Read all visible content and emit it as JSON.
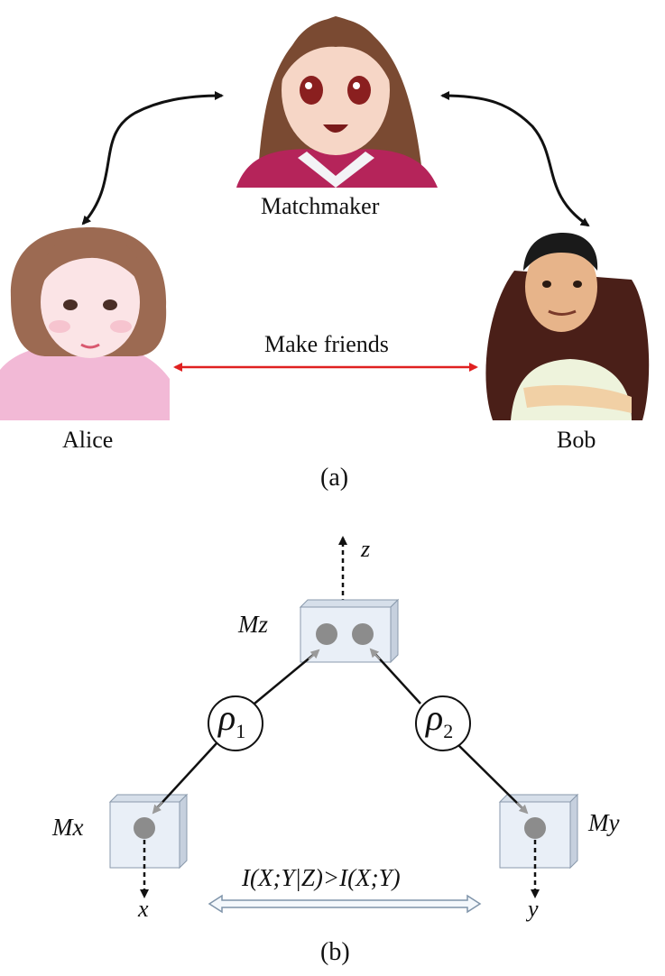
{
  "panel_a": {
    "label": "(a)",
    "matchmaker": {
      "name": "Matchmaker"
    },
    "alice": {
      "name": "Alice"
    },
    "bob": {
      "name": "Bob"
    },
    "relation": "Make friends",
    "colors": {
      "friend_arrow": "#e02020",
      "link_arrow": "#111111"
    }
  },
  "panel_b": {
    "label": "(b)",
    "nodes": {
      "mz": {
        "name": "Mz",
        "output": "z"
      },
      "mx": {
        "name": "Mx",
        "output": "x"
      },
      "my": {
        "name": "My",
        "output": "y"
      }
    },
    "states": {
      "rho1": {
        "symbol": "ρ",
        "sub": "1"
      },
      "rho2": {
        "symbol": "ρ",
        "sub": "2"
      }
    },
    "inequality": "I(X;Y|Z)>I(X;Y)",
    "colors": {
      "box": "#e9eff7",
      "dot": "#8c8c8c"
    }
  }
}
